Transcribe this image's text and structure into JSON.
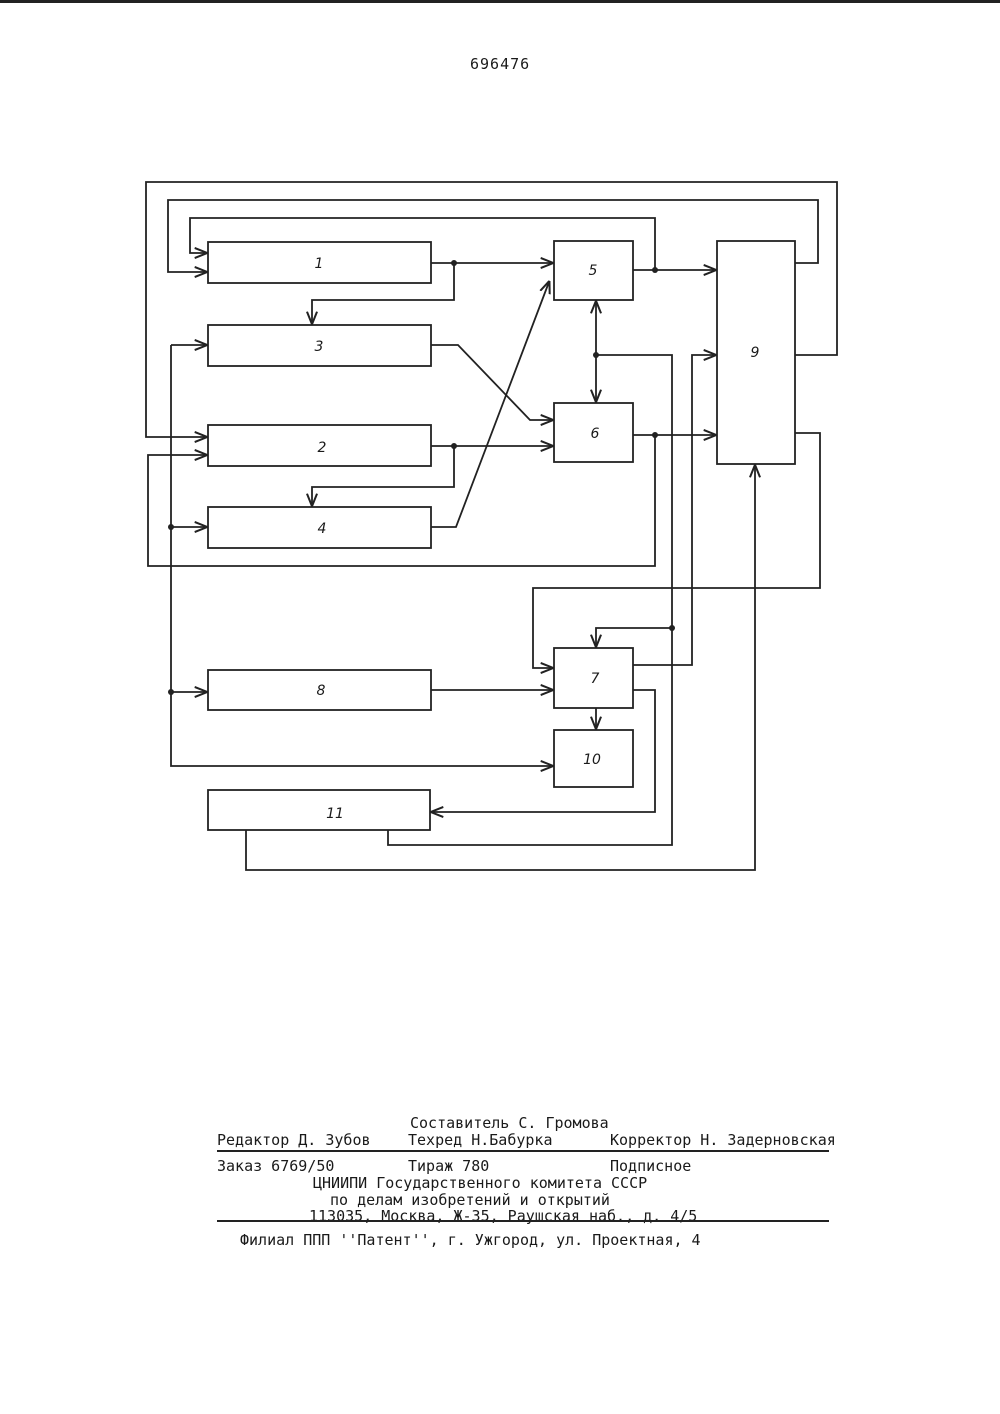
{
  "patent_number": "696476",
  "diagram": {
    "blocks": [
      {
        "id": "b1",
        "label": "1"
      },
      {
        "id": "b3",
        "label": "3"
      },
      {
        "id": "b2",
        "label": "2"
      },
      {
        "id": "b4",
        "label": "4"
      },
      {
        "id": "b5",
        "label": "5"
      },
      {
        "id": "b6",
        "label": "6"
      },
      {
        "id": "b9",
        "label": "9"
      },
      {
        "id": "b7",
        "label": "7"
      },
      {
        "id": "b8",
        "label": "8"
      },
      {
        "id": "b10",
        "label": "10"
      },
      {
        "id": "b11",
        "label": "11"
      }
    ]
  },
  "imprint": {
    "compiler": "Составитель С. Громова",
    "editor": "Редактор Д. Зубов",
    "techeditor": "Техред Н.Бабурка",
    "corrector": "Корректор Н. Задерновская",
    "order": "Заказ 6769/50",
    "circulation": "Тираж 780",
    "subscription": "Подписное",
    "org_line1": "ЦНИИПИ Государственного комитета СССР",
    "org_line2": "по делам изобретений и открытий",
    "address": "113035, Москва, Ж-35, Раушская наб., д. 4/5",
    "branch": "Филиал ППП ''Патент'', г. Ужгород, ул. Проектная, 4"
  }
}
